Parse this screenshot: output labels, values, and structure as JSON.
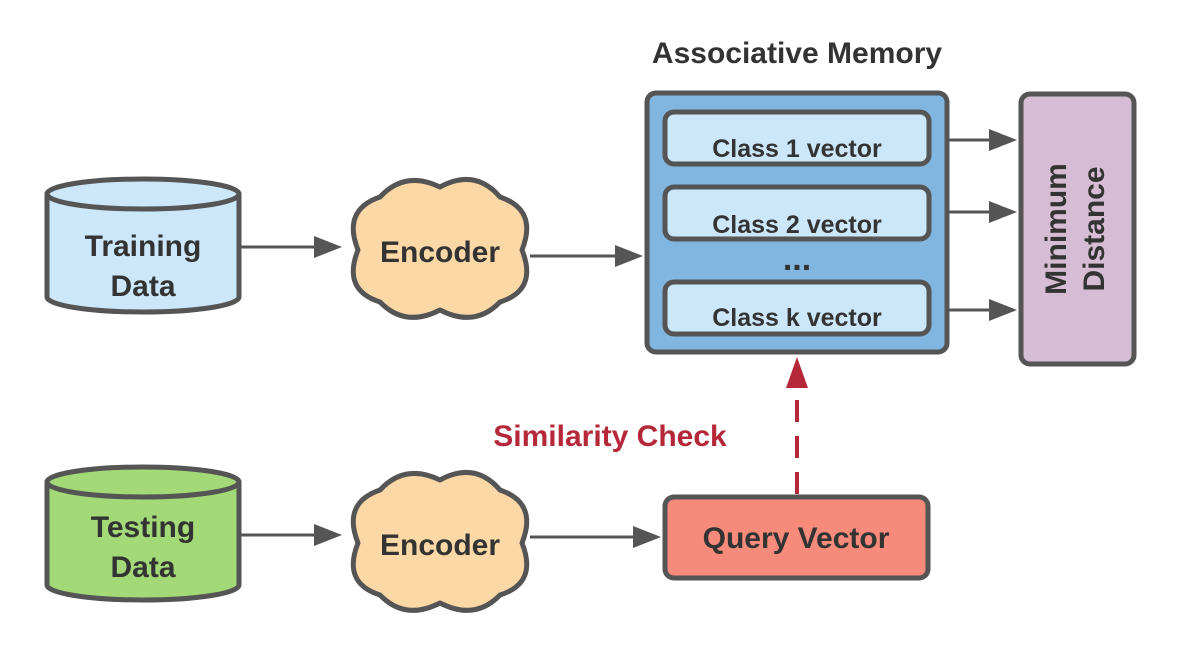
{
  "title": "Associative Memory",
  "training_data": {
    "label_line1": "Training",
    "label_line2": "Data"
  },
  "testing_data": {
    "label_line1": "Testing",
    "label_line2": "Data"
  },
  "encoder_top": {
    "label": "Encoder"
  },
  "encoder_bottom": {
    "label": "Encoder"
  },
  "memory": {
    "class_vectors": [
      "Class 1 vector",
      "Class 2 vector",
      "Class k vector"
    ],
    "ellipsis": "..."
  },
  "minimum_distance": {
    "label_line1": "Minimum",
    "label_line2": "Distance"
  },
  "query_vector": {
    "label": "Query Vector"
  },
  "similarity_check": {
    "label": "Similarity Check"
  },
  "colors": {
    "training_fill": "#cce7f9",
    "testing_fill": "#a3d977",
    "encoder_fill": "#fcd8a6",
    "memory_fill": "#81b6e1",
    "class_fill": "#cce7f9",
    "minimum_fill": "#d6bdd4",
    "query_fill": "#f68a7b",
    "similarity_color": "#b5283a",
    "stroke": "#555555"
  }
}
